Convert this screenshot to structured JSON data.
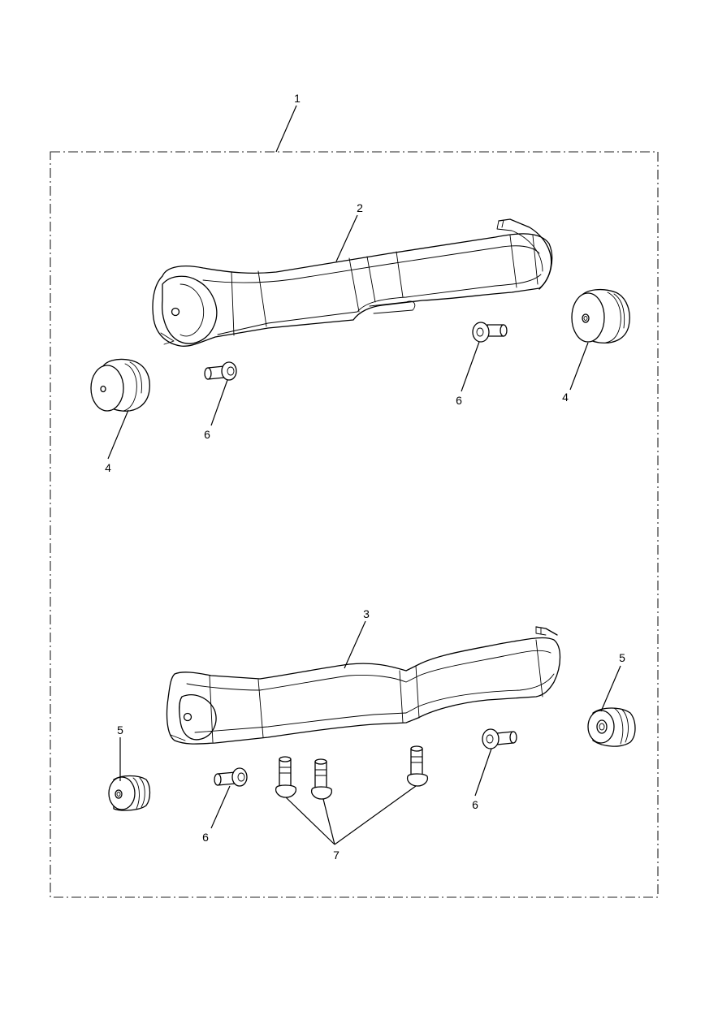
{
  "callouts": {
    "kit": "1",
    "upper_rail": "2",
    "lower_rail": "3",
    "bung_upper_left": "4",
    "bung_upper_right": "4",
    "bung_lower_left": "5",
    "bung_lower_right": "5",
    "screw_upper_left": "6",
    "screw_upper_right": "6",
    "screw_lower_left": "6",
    "screw_lower_right": "6",
    "bolts_group": "7"
  }
}
